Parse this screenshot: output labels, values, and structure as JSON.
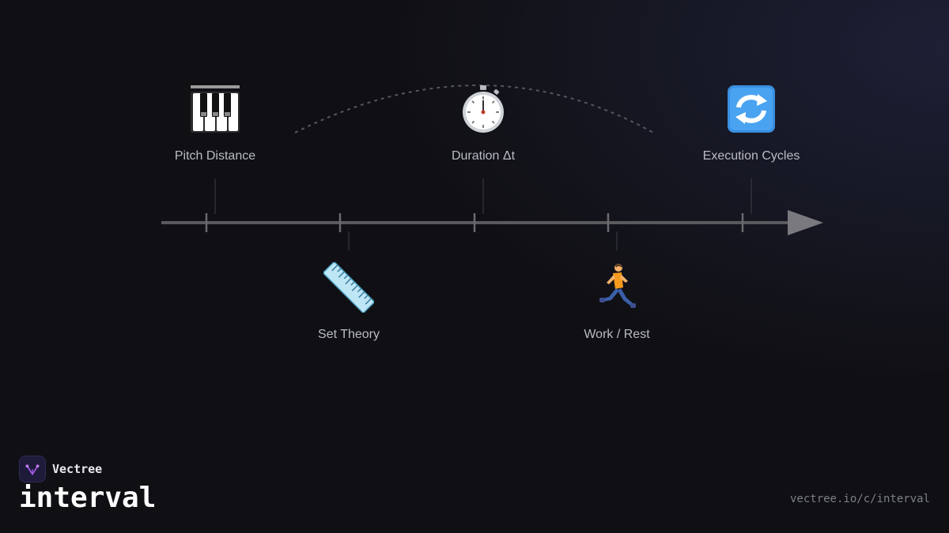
{
  "concepts": [
    {
      "label": "Pitch Distance",
      "icon": "piano-keys-icon"
    },
    {
      "label": "Set Theory",
      "icon": "ruler-icon"
    },
    {
      "label": "Duration Δt",
      "icon": "stopwatch-icon"
    },
    {
      "label": "Work / Rest",
      "icon": "running-person-icon"
    },
    {
      "label": "Execution Cycles",
      "icon": "cycle-arrows-icon"
    }
  ],
  "brand": {
    "name": "Vectree",
    "logo_icon": "vectree-logo-icon"
  },
  "title": "interval",
  "url": "vectree.io/c/interval",
  "colors": {
    "background": "#101014",
    "axis": "#5a5a5e",
    "label": "#b9bcc4",
    "logo_bg": "#1e1b3a",
    "logo_accent": "#a259e6"
  }
}
